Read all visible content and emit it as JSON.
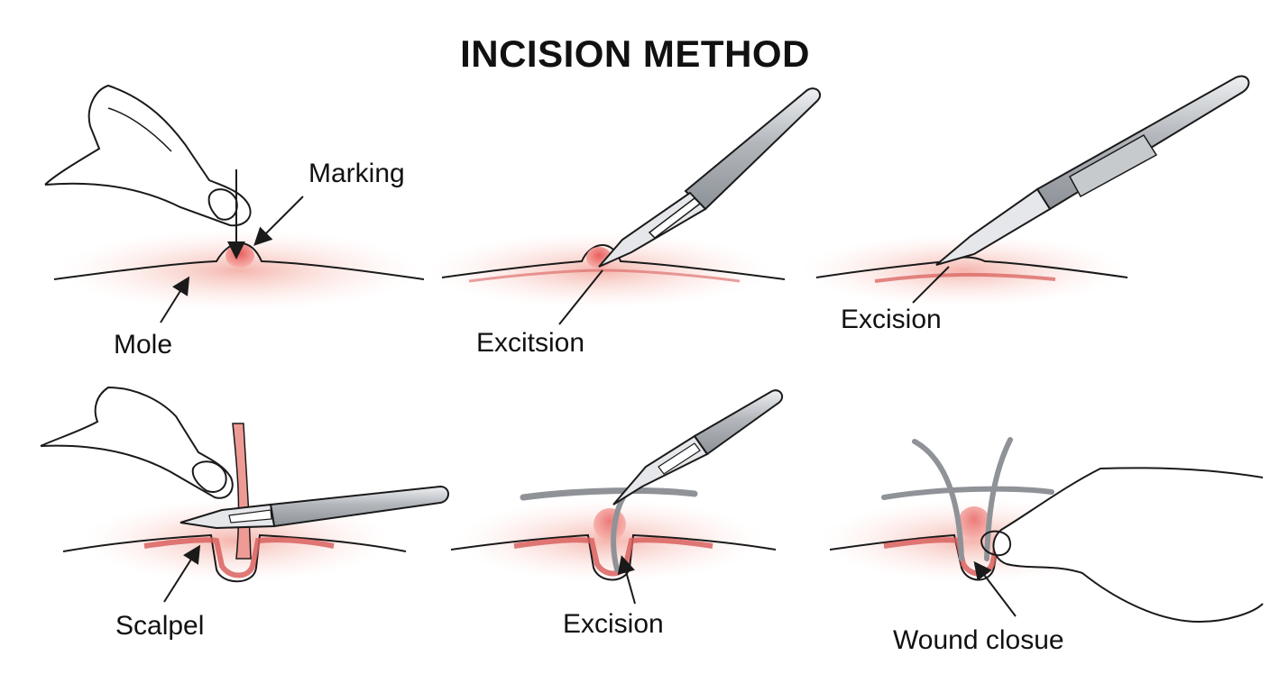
{
  "title": "INCISION METHOD",
  "labels": {
    "marking": "Marking",
    "mole": "Mole",
    "excitsion": "Excitsion",
    "excision_top_right": "Excision",
    "scalpel": "Scalpel",
    "excision_bottom_middle": "Excision",
    "wound_closure": "Wound closue"
  },
  "colors": {
    "skin_glow": "#f6c3bb",
    "mole": "#ef8f8a",
    "wound": "#d9615f",
    "steel": "#b9bcc0",
    "outline": "#1a1a1a"
  }
}
